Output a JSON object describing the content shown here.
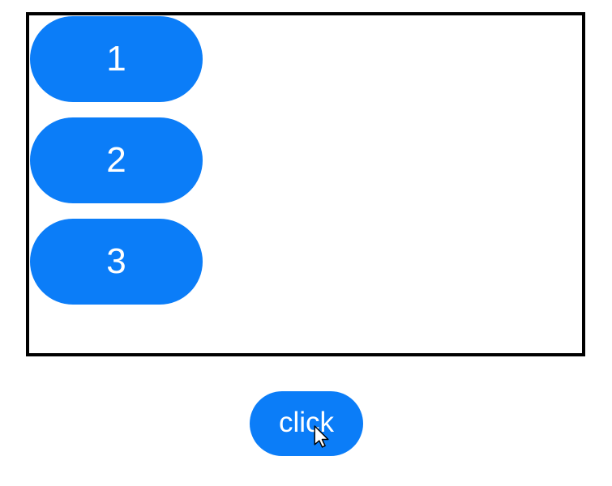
{
  "panel": {
    "buttons": [
      {
        "label": "1"
      },
      {
        "label": "2"
      },
      {
        "label": "3"
      }
    ]
  },
  "action": {
    "click_label": "click"
  },
  "cursor_icon": "arrow-pointer",
  "colors": {
    "primary_blue": "#0b7df8",
    "panel_border": "#000000",
    "background": "#ffffff",
    "text_on_primary": "#ffffff"
  }
}
